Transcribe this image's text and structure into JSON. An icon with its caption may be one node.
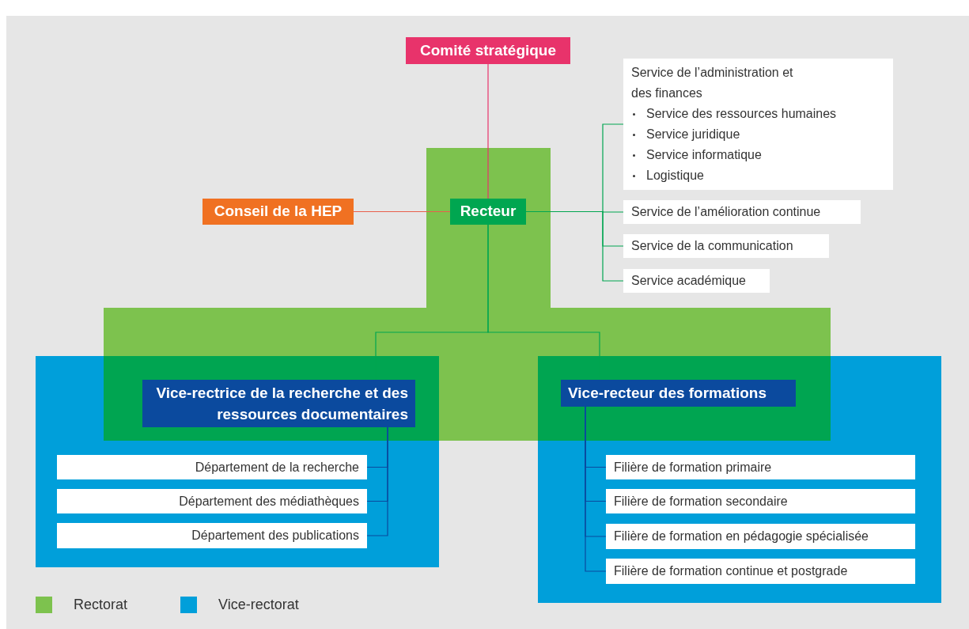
{
  "diagram": {
    "nodes": [
      {
        "text": [
          "Comité stratégique"
        ]
      },
      {
        "text": [
          "Conseil de la HEP"
        ]
      },
      {
        "text": [
          "Recteur"
        ]
      },
      {
        "text": [
          "Service de l’administration et des finances",
          "Service des ressources humaines",
          "Service juridique",
          "Service informatique",
          "Logistique"
        ]
      },
      {
        "text": [
          "Service de l’amélioration continue"
        ]
      },
      {
        "text": [
          "Service de la communication"
        ]
      },
      {
        "text": [
          "Service académique"
        ]
      },
      {
        "text": [
          "Vice-rectrice de la recherche et des ressources documentaires"
        ]
      },
      {
        "text": [
          "Vice-recteur des formations"
        ]
      },
      {
        "text": [
          "Département de la recherche"
        ]
      },
      {
        "text": [
          "Département des médiathèques"
        ]
      },
      {
        "text": [
          "Département des publications"
        ]
      },
      {
        "text": [
          "Filière de formation primaire"
        ]
      },
      {
        "text": [
          "Filière de formation secondaire"
        ]
      },
      {
        "text": [
          "Filière de formation en pédagogie spécialisée"
        ]
      },
      {
        "text": [
          "Filière de formation continue et postgrade"
        ]
      }
    ],
    "edges": [
      {
        "from": 0,
        "to": 2,
        "arrow": "none",
        "color": "#e8336b"
      },
      {
        "from": 1,
        "to": 2,
        "arrow": "none",
        "color": "#e8604c"
      },
      {
        "from": 2,
        "to": 3,
        "arrow": "none",
        "color": "#00a650"
      },
      {
        "from": 2,
        "to": 4,
        "arrow": "none",
        "color": "#00a650"
      },
      {
        "from": 2,
        "to": 5,
        "arrow": "none",
        "color": "#00a650"
      },
      {
        "from": 2,
        "to": 6,
        "arrow": "none",
        "color": "#00a650"
      },
      {
        "from": 2,
        "to": 7,
        "arrow": "none",
        "color": "#00a650"
      },
      {
        "from": 2,
        "to": 8,
        "arrow": "none",
        "color": "#00a650"
      },
      {
        "from": 7,
        "to": 9,
        "arrow": "none"
      },
      {
        "from": 7,
        "to": 10,
        "arrow": "none"
      },
      {
        "from": 7,
        "to": 11,
        "arrow": "none"
      },
      {
        "from": 8,
        "to": 12,
        "arrow": "none"
      },
      {
        "from": 8,
        "to": 13,
        "arrow": "none"
      },
      {
        "from": 8,
        "to": 14,
        "arrow": "none"
      },
      {
        "from": 8,
        "to": 15,
        "arrow": "none"
      }
    ],
    "legend": [
      {
        "text": "Rectorat",
        "color": "#7dc24e"
      },
      {
        "text": "Vice-rectorat",
        "color": "#009fda"
      }
    ]
  }
}
